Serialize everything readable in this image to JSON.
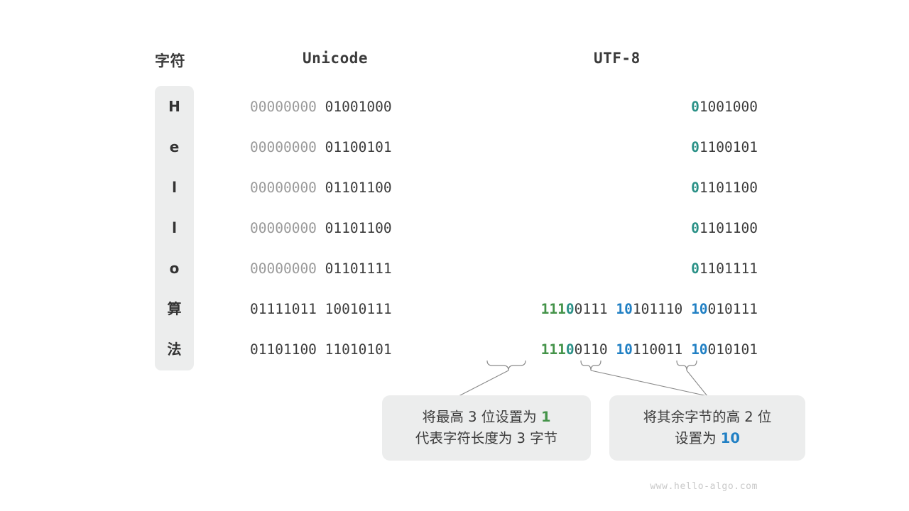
{
  "headers": {
    "char": "字符",
    "unicode": "Unicode",
    "utf8": "UTF-8"
  },
  "rows": [
    {
      "char": "H",
      "unicode_high": "00000000",
      "unicode_low": "01001000",
      "utf8_bytes": [
        {
          "marker": "0",
          "marker_color": "teal",
          "rest": "1001000"
        }
      ]
    },
    {
      "char": "e",
      "unicode_high": "00000000",
      "unicode_low": "01100101",
      "utf8_bytes": [
        {
          "marker": "0",
          "marker_color": "teal",
          "rest": "1100101"
        }
      ]
    },
    {
      "char": "l",
      "unicode_high": "00000000",
      "unicode_low": "01101100",
      "utf8_bytes": [
        {
          "marker": "0",
          "marker_color": "teal",
          "rest": "1101100"
        }
      ]
    },
    {
      "char": "l",
      "unicode_high": "00000000",
      "unicode_low": "01101100",
      "utf8_bytes": [
        {
          "marker": "0",
          "marker_color": "teal",
          "rest": "1101100"
        }
      ]
    },
    {
      "char": "o",
      "unicode_high": "00000000",
      "unicode_low": "01101111",
      "utf8_bytes": [
        {
          "marker": "0",
          "marker_color": "teal",
          "rest": "1101111"
        }
      ]
    },
    {
      "char": "算",
      "unicode_high": "01111011",
      "unicode_low": "10010111",
      "unicode_high_dark": true,
      "utf8_bytes": [
        {
          "marker": "111",
          "marker_color": "green",
          "marker2": "0",
          "marker2_color": "teal",
          "rest": "0111"
        },
        {
          "marker": "10",
          "marker_color": "blue",
          "rest": "101110"
        },
        {
          "marker": "10",
          "marker_color": "blue",
          "rest": "010111"
        }
      ]
    },
    {
      "char": "法",
      "unicode_high": "01101100",
      "unicode_low": "11010101",
      "unicode_high_dark": true,
      "utf8_bytes": [
        {
          "marker": "111",
          "marker_color": "green",
          "marker2": "0",
          "marker2_color": "teal",
          "rest": "0110"
        },
        {
          "marker": "10",
          "marker_color": "blue",
          "rest": "110011"
        },
        {
          "marker": "10",
          "marker_color": "blue",
          "rest": "010101"
        }
      ]
    }
  ],
  "callouts": {
    "left": {
      "line1_pre": "将最高 3 位设置为 ",
      "line1_em": "1",
      "line2": "代表字符长度为 3 字节"
    },
    "right": {
      "line1": "将其余字节的高 2 位",
      "line2_pre": "设置为 ",
      "line2_em": "10"
    }
  },
  "watermark": "www.hello-algo.com",
  "colors": {
    "green": "#449349",
    "teal": "#2a9187",
    "blue": "#2180c4",
    "dim": "#9a9a9a",
    "dark": "#3b3b3b",
    "panel": "#eceded",
    "connector": "#8a8a8a"
  }
}
